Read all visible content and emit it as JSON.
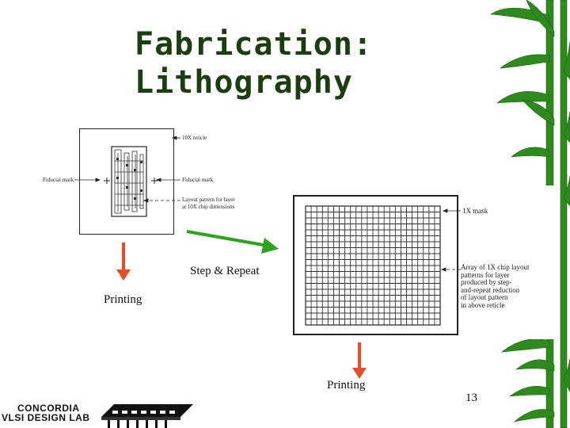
{
  "title": "Fabrication:\nLithography",
  "reticle": {
    "label_10x_reticle": "10X reticle",
    "label_fiducial_left": "Fiducial mark",
    "label_fiducial_right": "Fiducial mark",
    "label_layout_line1": "Layout pattern for layer",
    "label_layout_line2": "at 10X chip dimensions"
  },
  "mask": {
    "label_1x_mask": "1X mask",
    "label_array": [
      "Array of 1X chip layout",
      "patterns for layer",
      "produced by step-",
      "and-repeat reduction",
      "of layout pattern",
      "in above reticle"
    ]
  },
  "captions": {
    "step_repeat": "Step & Repeat",
    "printing_left": "Printing",
    "printing_bottom": "Printing"
  },
  "page_number": "13",
  "logo": {
    "line1": "CONCORDIA",
    "line2": "VLSI DESIGN LAB"
  },
  "colors": {
    "title": "#1c3d12",
    "arrow_red": "#e2502b",
    "arrow_green": "#2ea31e",
    "bamboo": "#2f8a1e"
  }
}
